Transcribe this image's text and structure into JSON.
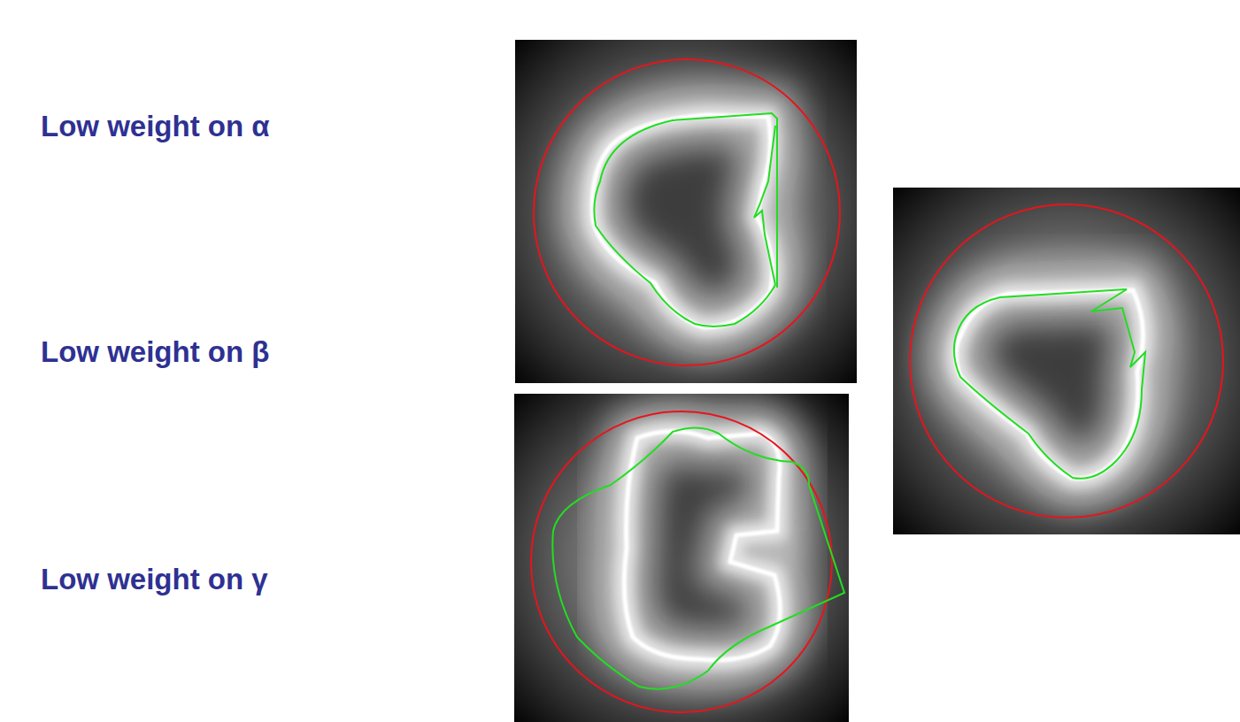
{
  "diagram": {
    "labels": [
      "Low weight on α",
      "Low weight on β",
      "Low weight on γ"
    ]
  }
}
